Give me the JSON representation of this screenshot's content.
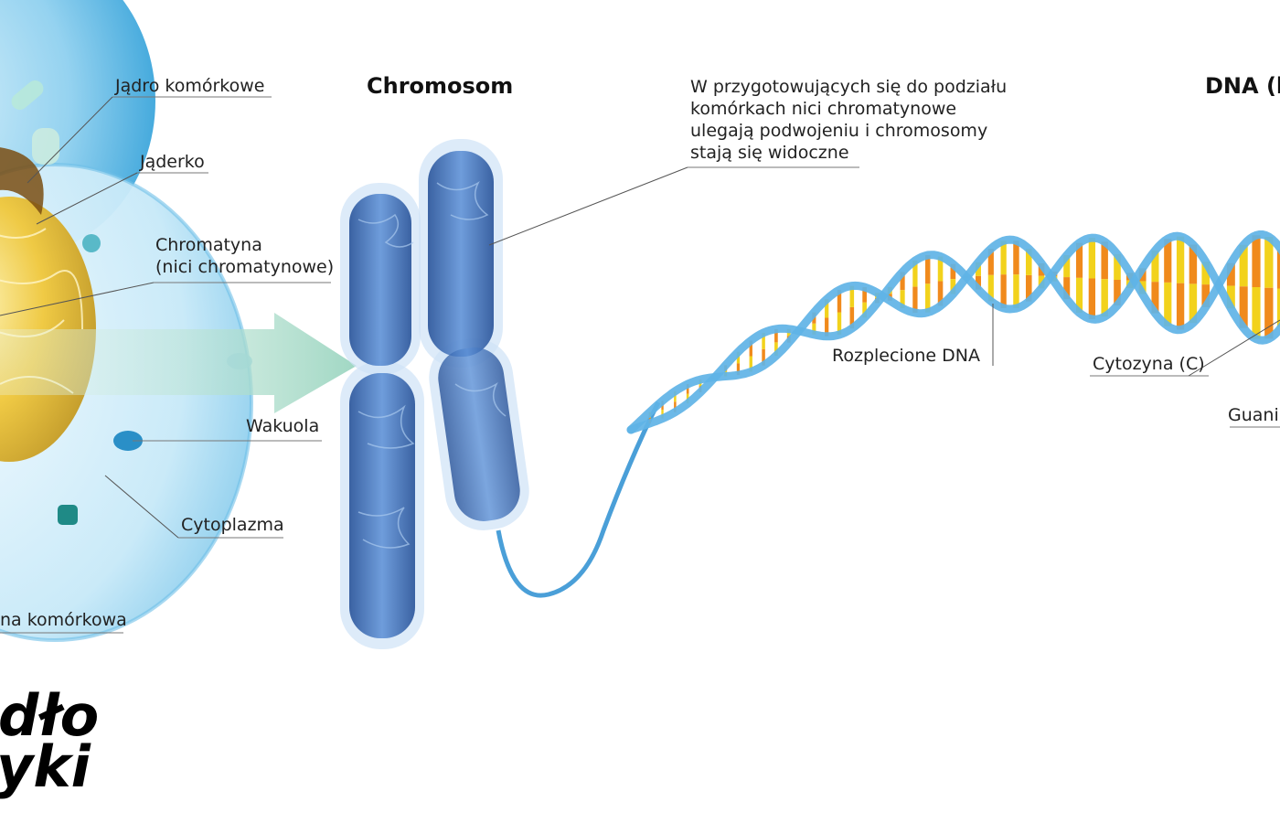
{
  "headings": {
    "chromosome": "Chromosom",
    "dna": "DNA (h"
  },
  "cell_labels": {
    "nucleus": "Jądro komórkowe",
    "nucleolus": "Jąderko",
    "chromatin_line1": "Chromatyna",
    "chromatin_line2": "(nici chromatynowe)",
    "vacuole": "Wakuola",
    "cytoplasm": "Cytoplazma",
    "membrane": "na komórkowa"
  },
  "chromosome_note": [
    "W przygotowujących się do podziału",
    "komórkach nici chromatynowe",
    "ulegają podwojeniu i chromosomy",
    "stają się widoczne"
  ],
  "dna_labels": {
    "unwound": "Rozplecione DNA",
    "cytosine": "Cytozyna (C)",
    "guanine": "Guani"
  },
  "title_fragment": {
    "line1": "dło",
    "line2": "yki"
  },
  "colors": {
    "cell_blue": "#3aa7dd",
    "cell_light": "#bfe6f7",
    "nucleus_gold": "#e0b21e",
    "arrow_teal": "#a8dcc7",
    "chromosome_blue": "#2d5ea8",
    "dna_backbone": "#5fb3e6",
    "base_red": "#d8262b",
    "base_yellow": "#f2d21c",
    "base_green": "#4aa53a",
    "base_orange": "#f08a1c"
  }
}
